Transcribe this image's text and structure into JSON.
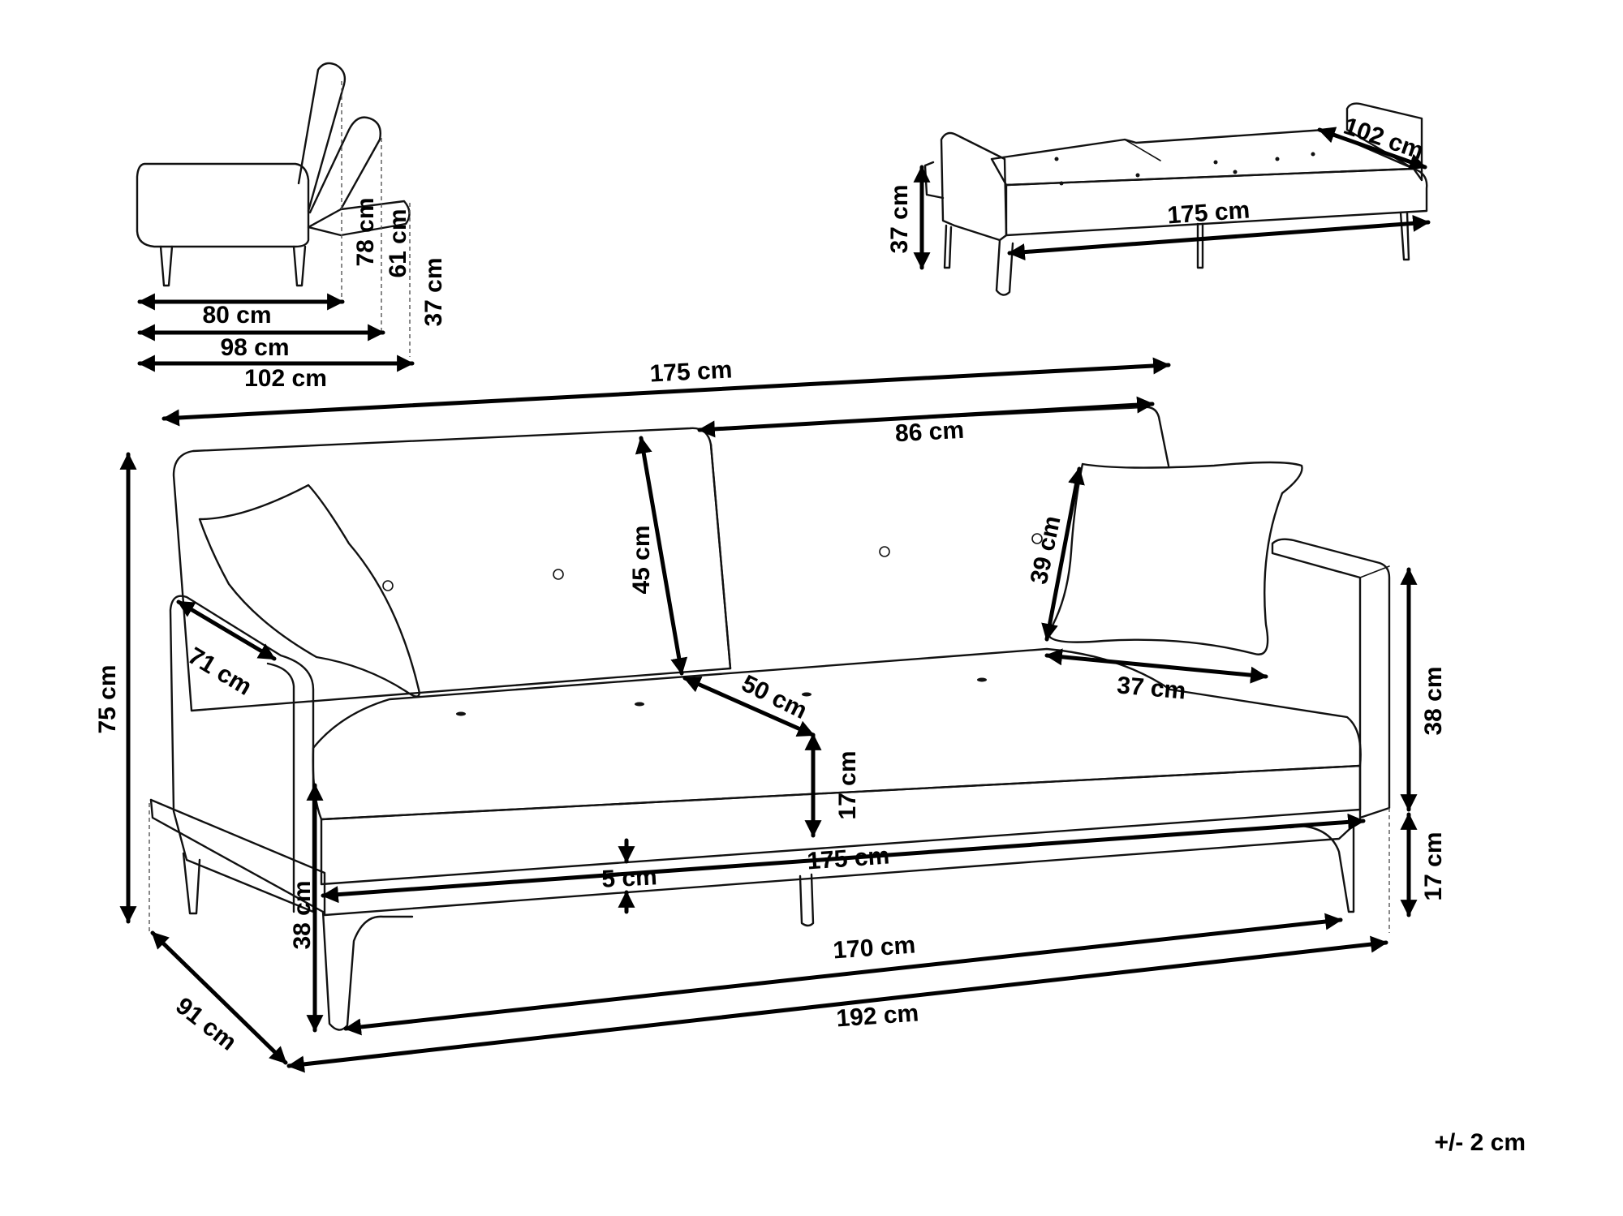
{
  "diagram": {
    "tolerance": "+/- 2 cm",
    "side_view": {
      "depth_seat": "80 cm",
      "depth_reclined": "98 cm",
      "depth_flat": "102 cm",
      "height_back": "78 cm",
      "height_mid": "61 cm",
      "height_bed": "37 cm"
    },
    "bed_view": {
      "height": "37 cm",
      "length": "175 cm",
      "width": "102 cm"
    },
    "main_view": {
      "total_length": "175 cm",
      "backrest_section": "86 cm",
      "backrest_height": "45 cm",
      "cushion_height": "39 cm",
      "cushion_width": "37 cm",
      "armrest_depth": "71 cm",
      "seat_depth": "50 cm",
      "total_height": "75 cm",
      "arm_height": "38 cm",
      "seat_thickness": "17 cm",
      "leg_height": "17 cm",
      "seat_length": "175 cm",
      "base_gap": "5 cm",
      "seat_height": "38 cm",
      "inner_width": "170 cm",
      "overall_width": "192 cm",
      "total_depth": "91 cm"
    }
  }
}
